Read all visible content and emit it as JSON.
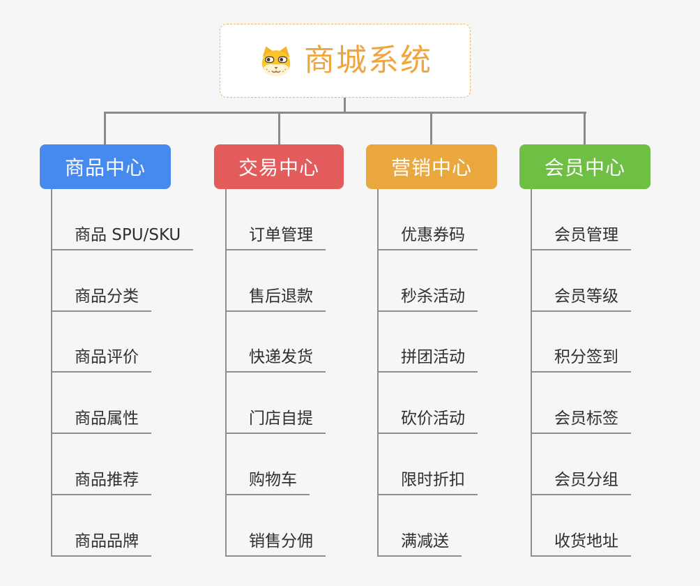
{
  "canvas": {
    "background": "#f6f6f6"
  },
  "connector_color": "#8a8a8a",
  "child_line_color": "#8f8f8f",
  "root": {
    "title": "商城系统",
    "icon": "dog-face-icon",
    "text_color": "#f0a63f",
    "border_color": "#f3b45c",
    "background": "#ffffff"
  },
  "branches": [
    {
      "label": "商品中心",
      "color": "#478aef",
      "children": [
        "商品 SPU/SKU",
        "商品分类",
        "商品评价",
        "商品属性",
        "商品推荐",
        "商品品牌"
      ]
    },
    {
      "label": "交易中心",
      "color": "#e45b5c",
      "children": [
        "订单管理",
        "售后退款",
        "快递发货",
        "门店自提",
        "购物车",
        "销售分佣"
      ]
    },
    {
      "label": "营销中心",
      "color": "#eaa73d",
      "children": [
        "优惠券码",
        "秒杀活动",
        "拼团活动",
        "砍价活动",
        "限时折扣",
        "满减送"
      ]
    },
    {
      "label": "会员中心",
      "color": "#6fbf44",
      "children": [
        "会员管理",
        "会员等级",
        "积分签到",
        "会员标签",
        "会员分组",
        "收货地址"
      ]
    }
  ]
}
